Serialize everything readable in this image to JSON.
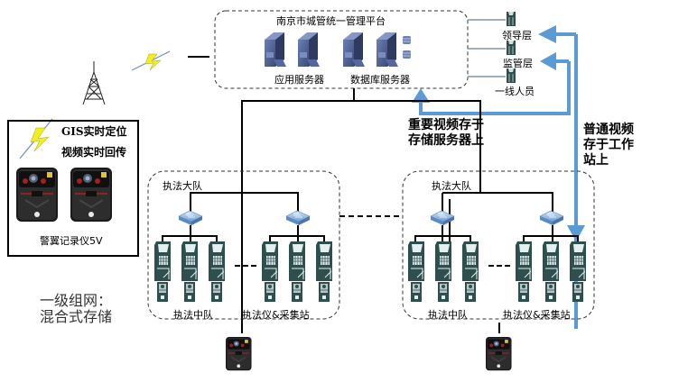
{
  "platform": {
    "title": "南京市城管统一管理平台",
    "app_server_label": "应用服务器",
    "db_server_label": "数据库服务器"
  },
  "user_layers": [
    {
      "label": "领导层",
      "icon": "workstation-icon"
    },
    {
      "label": "监管层",
      "icon": "workstation-icon"
    },
    {
      "label": "一线人员",
      "icon": "workstation-icon"
    }
  ],
  "annotations": {
    "important_video": [
      "重要视频存于",
      "存储服务器上"
    ],
    "normal_video": [
      "普通视频",
      "存于工作",
      "站上"
    ]
  },
  "device_box": {
    "feature1": "GIS实时定位",
    "feature2": "视频实时回传",
    "device_label": "警翼记录仪5V"
  },
  "brigades": [
    {
      "label": "执法大队",
      "squad_label": "执法中队",
      "station_label": "执法仪&采集站"
    },
    {
      "label": "执法大队",
      "squad_label": "执法中队",
      "station_label": "执法仪&采集站"
    }
  ],
  "caption": {
    "line1": "一级组网：",
    "line2": "混合式存储"
  },
  "colors": {
    "arrow": "#5b9bd5",
    "server": "#4a5a8a",
    "terminal": "#2f4f4f",
    "switch": "#8fb8e0",
    "dashed_border": "#333333",
    "lightning": "#f2ef1c"
  }
}
